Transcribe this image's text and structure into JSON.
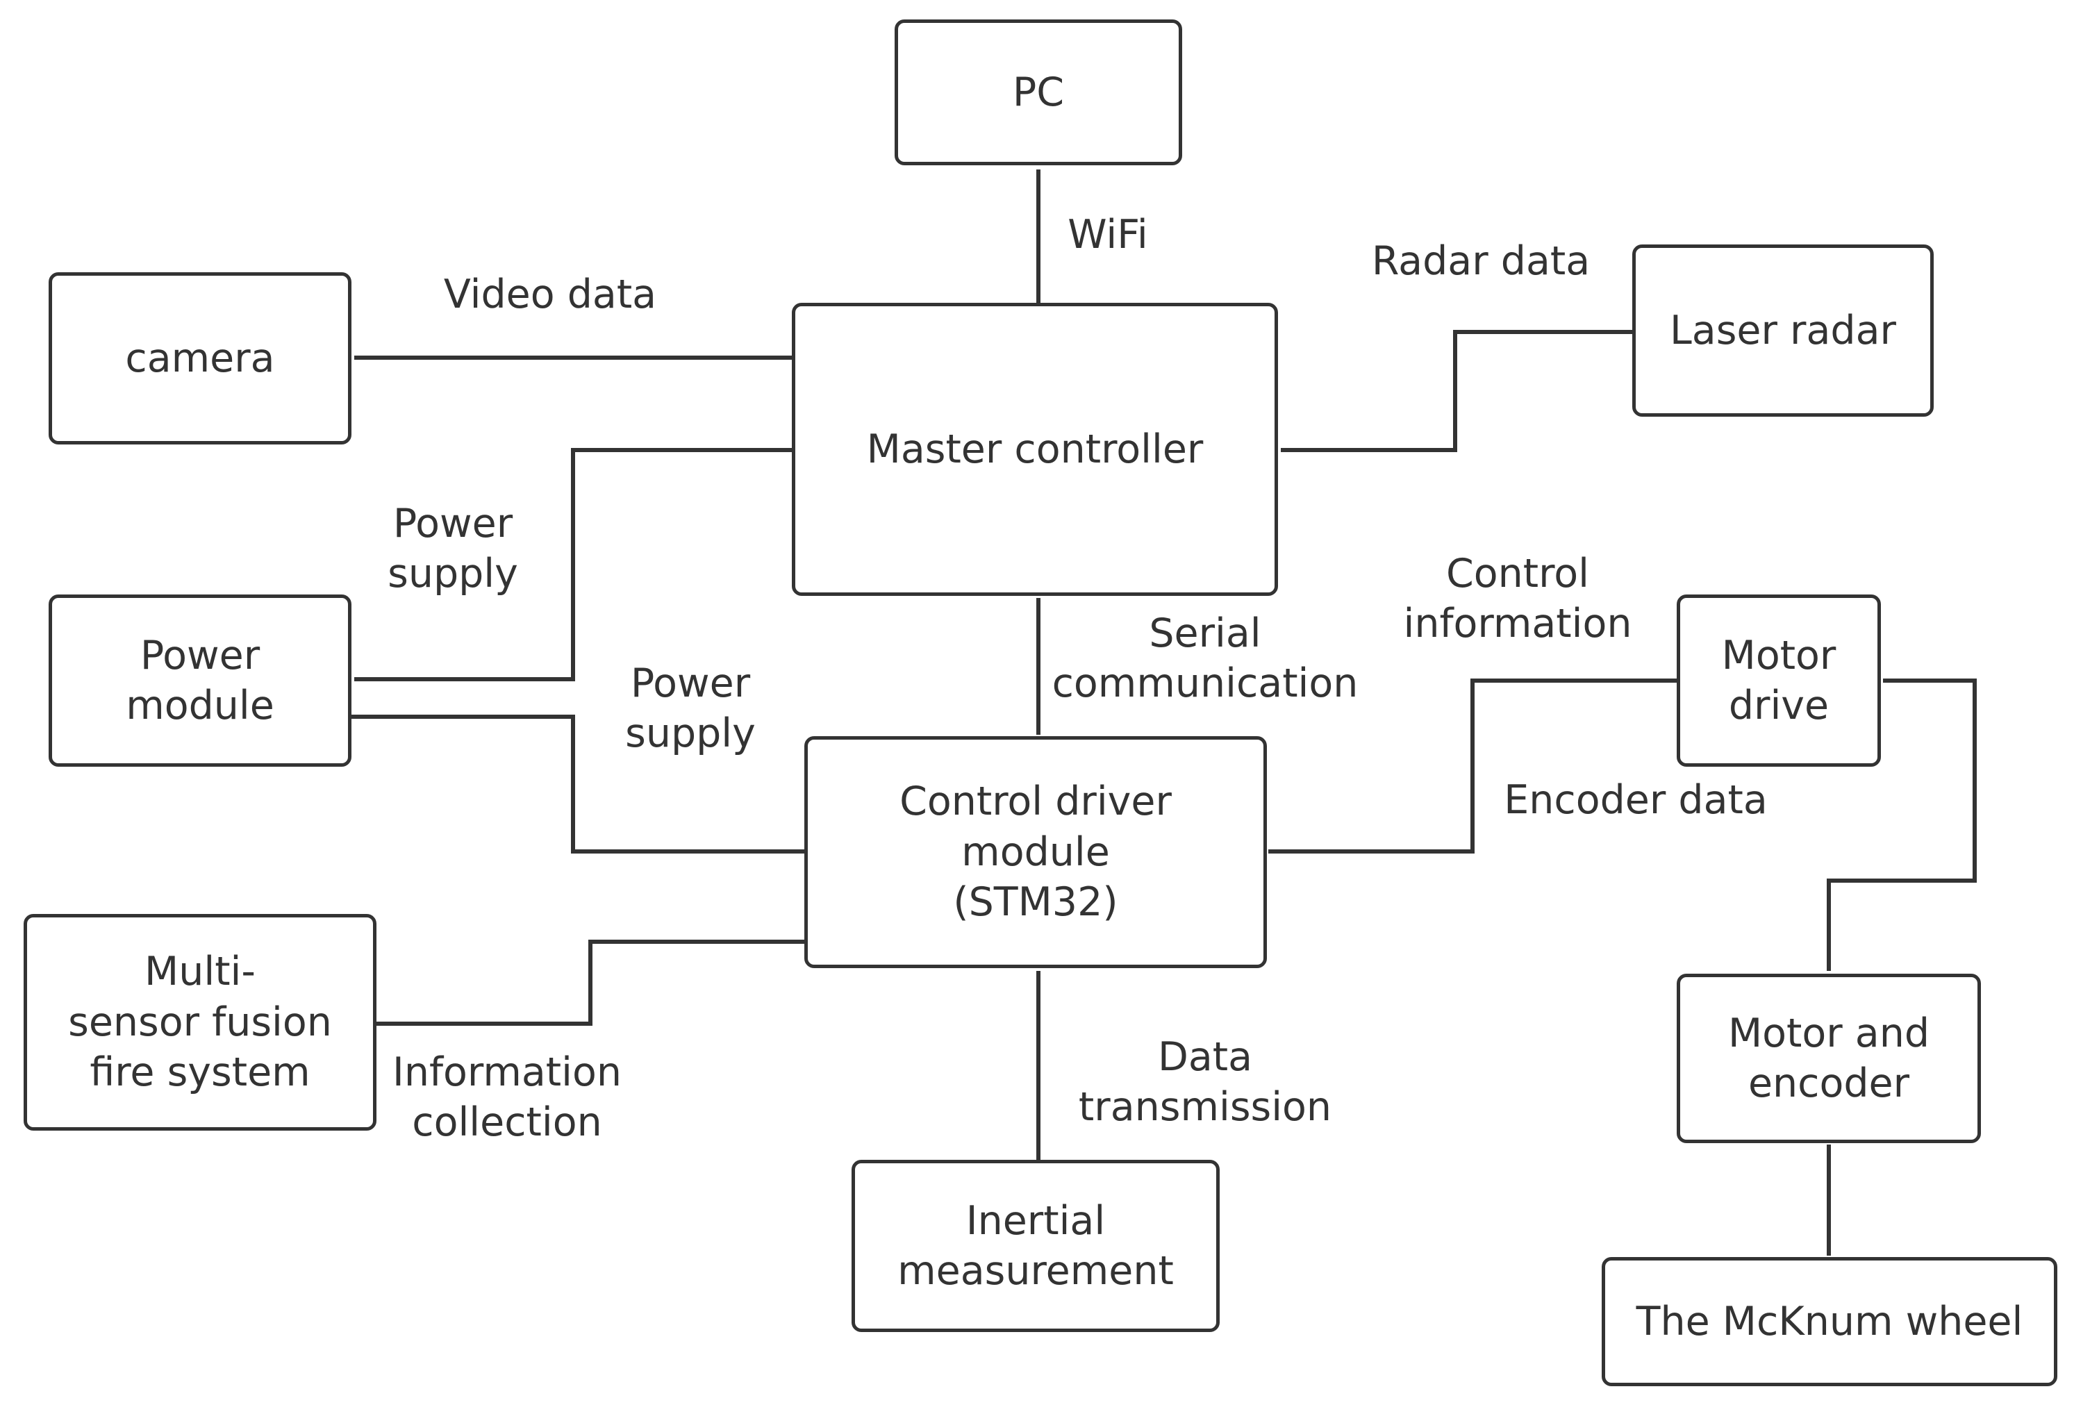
{
  "colors": {
    "stroke": "#333333",
    "background": "#ffffff",
    "text": "#333333"
  },
  "nodes": {
    "pc": "PC",
    "camera": "camera",
    "master": "Master controller",
    "laser": "Laser radar",
    "power": "Power\nmodule",
    "control": "Control driver\nmodule\n(STM32)",
    "motor_drive": "Motor\ndrive",
    "multi": "Multi-\nsensor fusion\nfire system",
    "motor_encoder": "Motor and\nencoder",
    "inertial": "Inertial\nmeasurement",
    "wheel": "The McKnum wheel"
  },
  "edges": {
    "wifi": "WiFi",
    "video": "Video data",
    "radar": "Radar data",
    "power_supply_1": "Power\nsupply",
    "power_supply_2": "Power\nsupply",
    "serial": "Serial\ncommunication",
    "control_info": "Control\ninformation",
    "encoder": "Encoder data",
    "info_collection": "Information\ncollection",
    "data_transmission": "Data\ntransmission"
  }
}
